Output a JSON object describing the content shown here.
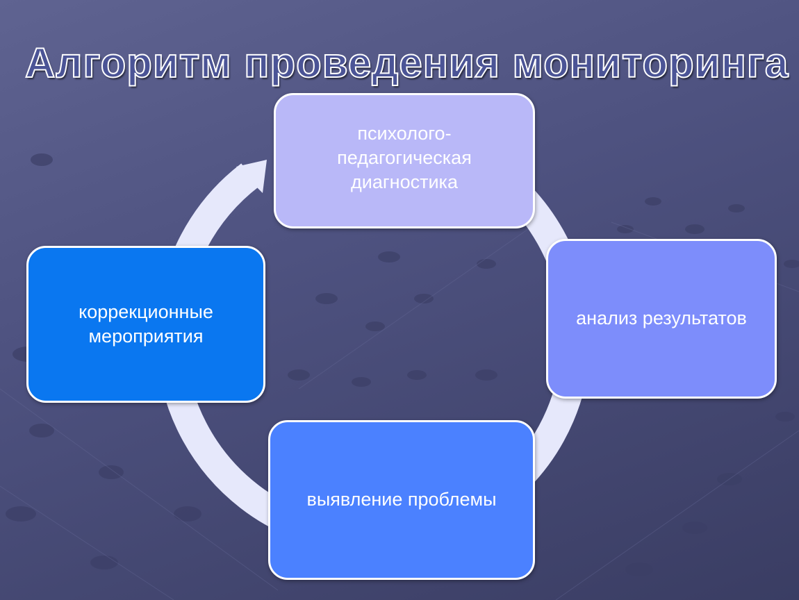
{
  "title": "Алгоритм проведения мониторинга",
  "nodes": {
    "diagnostics": "психолого-\nпедагогическая\nдиагностика",
    "analysis": "анализ результатов",
    "problems": "выявление проблемы",
    "correction": "коррекционные\nмероприятия"
  },
  "colors": {
    "background": "#4e5280",
    "ring": "#e6e8fb",
    "diagnostics": "#b9b8f8",
    "analysis": "#7d8dfb",
    "problems": "#4b81ff",
    "correction": "#0a77f0"
  }
}
